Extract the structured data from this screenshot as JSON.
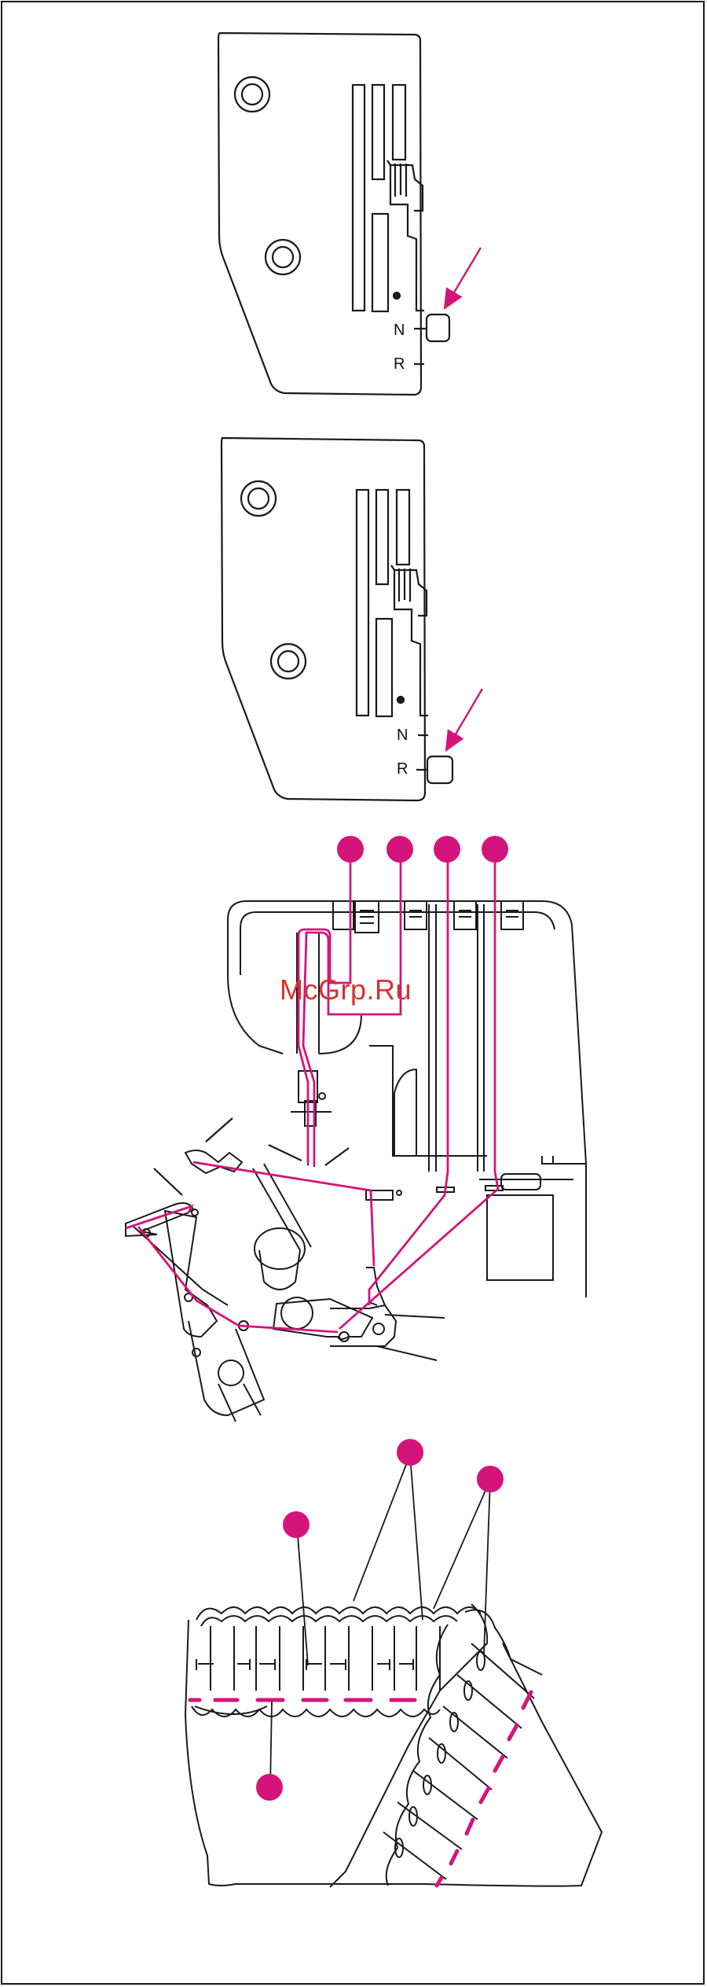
{
  "accent": "#d4147a",
  "stroke": "#1a1a1a",
  "panel1": {
    "marks": [
      "N",
      "R"
    ],
    "pointer": "N"
  },
  "panel2": {
    "marks": [
      "N",
      "R"
    ],
    "pointer": "R"
  },
  "watermark": "McGrp.Ru",
  "callout_dots_threading": 4,
  "callout_dots_stitch": 4
}
